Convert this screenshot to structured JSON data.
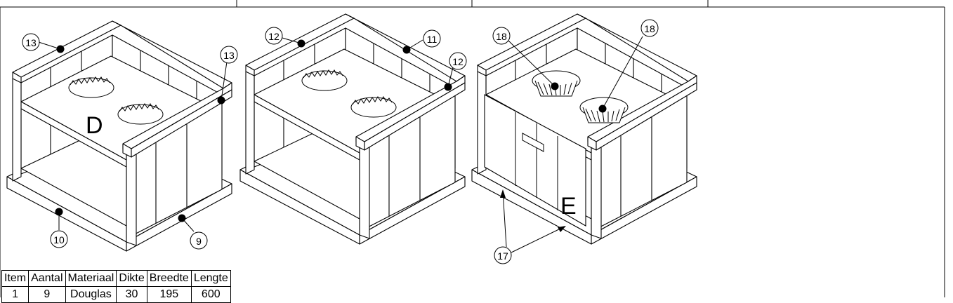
{
  "callouts": {
    "c13a": "13",
    "c13b": "13",
    "c10": "10",
    "c9": "9",
    "c12a": "12",
    "c11": "11",
    "c12b": "12",
    "c18a": "18",
    "c18b": "18",
    "c17": "17"
  },
  "view_labels": {
    "d": "D",
    "e": "E"
  },
  "bom": {
    "headers": [
      "Item",
      "Aantal",
      "Materiaal",
      "Dikte",
      "Breedte",
      "Lengte"
    ],
    "rows": [
      [
        "1",
        "9",
        "Douglas",
        "30",
        "195",
        "600"
      ]
    ]
  }
}
